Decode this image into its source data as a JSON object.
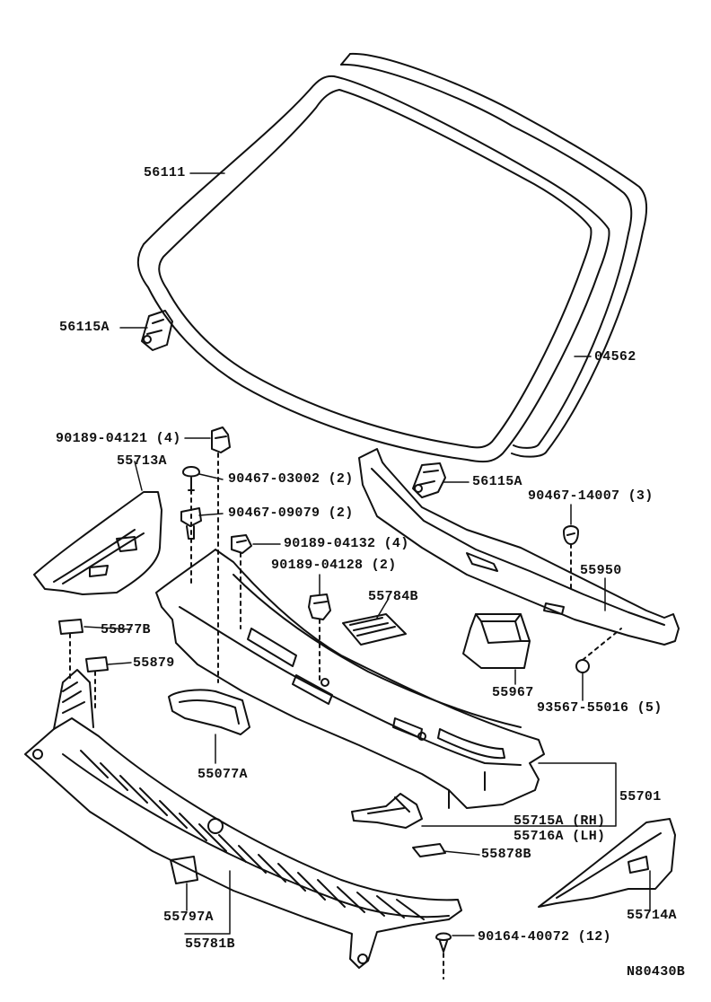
{
  "diagram": {
    "part_labels": {
      "windshield_glass": "56111",
      "windshield_seal": "04562",
      "clip_left": "56115A",
      "clip_right": "56115A",
      "nut_a": "90189-04121 (4)",
      "clip_a": "90467-03002 (2)",
      "clip_b": "90467-09079 (2)",
      "nut_b": "90189-04132 (4)",
      "nut_c": "90189-04128 (2)",
      "seal_pad": "55784B",
      "side_panel_left": "55713A",
      "weatherstrip": "55950",
      "clip_c": "90467-14007 (3)",
      "duct": "55967",
      "plug": "93567-55016 (5)",
      "spacer_a": "55877B",
      "spacer_b": "55879",
      "cowl_panel": "55701",
      "bracket": "55077A",
      "brace_rh": "55715A (RH)",
      "brace_lh": "55716A (LH)",
      "spacer_c": "55878B",
      "side_panel_right": "55714A",
      "vent_louver": "55781B",
      "cover": "55797A",
      "screw": "90164-40072 (12)",
      "drawing_code": "N80430B"
    }
  }
}
